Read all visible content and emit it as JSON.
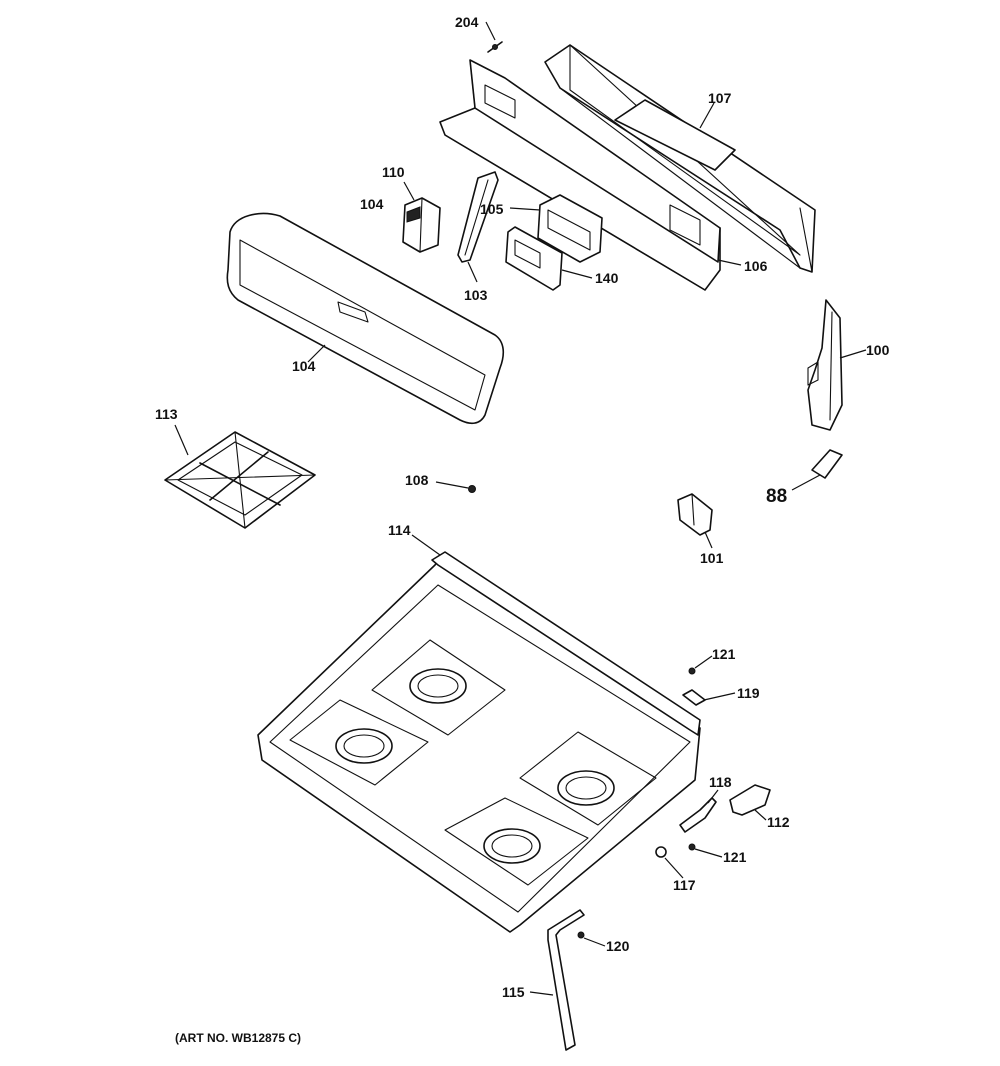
{
  "diagram": {
    "art_number": "(ART NO. WB12875 C)",
    "callouts": {
      "c204": "204",
      "c107": "107",
      "c110": "110",
      "c104a": "104",
      "c105": "105",
      "c103": "103",
      "c140": "140",
      "c106": "106",
      "c104b": "104",
      "c100": "100",
      "c113": "113",
      "c108": "108",
      "c88": "88",
      "c101": "101",
      "c114": "114",
      "c121a": "121",
      "c119": "119",
      "c118": "118",
      "c112": "112",
      "c121b": "121",
      "c117": "117",
      "c120": "120",
      "c115": "115"
    }
  }
}
